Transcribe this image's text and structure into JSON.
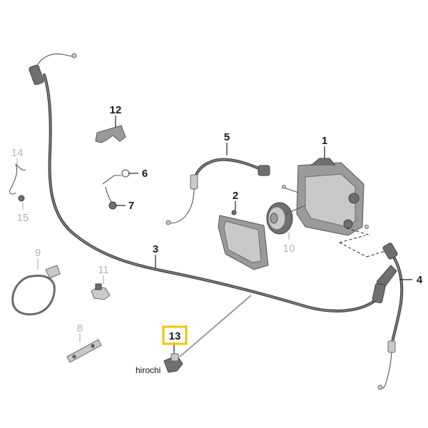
{
  "labels": [
    {
      "id": "1",
      "text": "1",
      "muted": false
    },
    {
      "id": "2",
      "text": "2",
      "muted": false
    },
    {
      "id": "3",
      "text": "3",
      "muted": false
    },
    {
      "id": "4",
      "text": "4",
      "muted": false
    },
    {
      "id": "5",
      "text": "5",
      "muted": false
    },
    {
      "id": "6",
      "text": "6",
      "muted": false
    },
    {
      "id": "7",
      "text": "7",
      "muted": false
    },
    {
      "id": "8",
      "text": "8",
      "muted": true
    },
    {
      "id": "9",
      "text": "9",
      "muted": true
    },
    {
      "id": "10",
      "text": "10",
      "muted": true
    },
    {
      "id": "11",
      "text": "11",
      "muted": true
    },
    {
      "id": "12",
      "text": "12",
      "muted": false
    },
    {
      "id": "13",
      "text": "13",
      "muted": false,
      "highlighted": true
    },
    {
      "id": "14",
      "text": "14",
      "muted": true
    },
    {
      "id": "15",
      "text": "15",
      "muted": true
    }
  ],
  "watermark": "hirochi",
  "colors": {
    "highlight": "#f2c400",
    "label": "#1a1a1a",
    "label_muted": "#b4b4b4",
    "part": "#9a9a9a"
  }
}
